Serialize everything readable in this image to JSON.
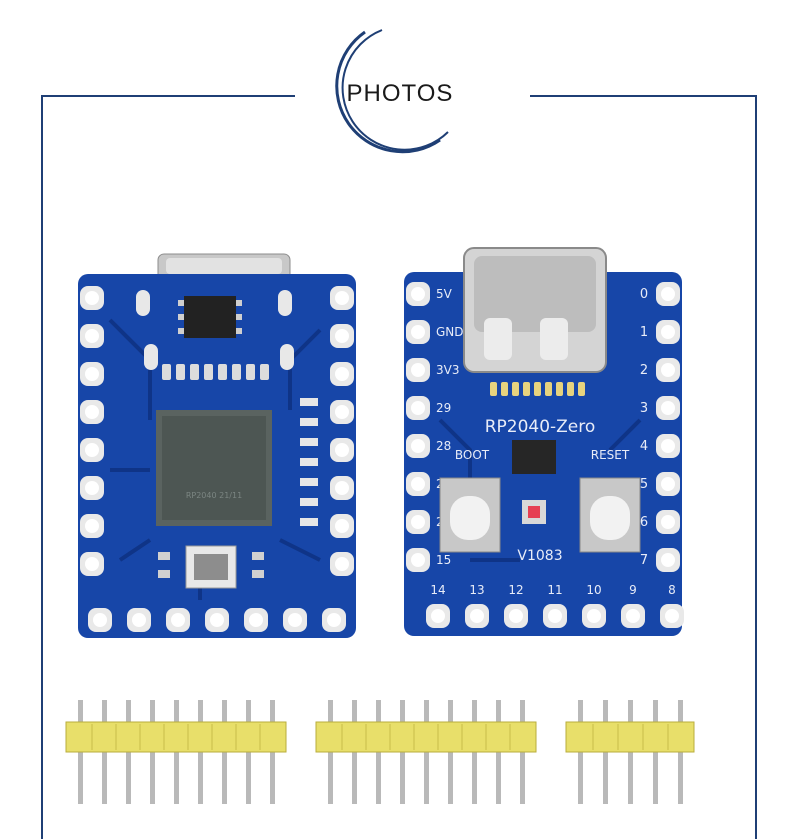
{
  "header": {
    "title": "PHOTOS"
  },
  "board_left": {
    "chip_text": "RP2040 21/11"
  },
  "board_right": {
    "model": "RP2040-Zero",
    "boot_label": "BOOT",
    "reset_label": "RESET",
    "version": "V1083",
    "pins_left": [
      "5V",
      "GND",
      "3V3",
      "29",
      "28",
      "27",
      "26",
      "15"
    ],
    "pins_right": [
      "0",
      "1",
      "2",
      "3",
      "4",
      "5",
      "6",
      "7"
    ],
    "pins_bottom": [
      "14",
      "13",
      "12",
      "11",
      "10",
      "9",
      "8"
    ]
  },
  "headers": {
    "pin_counts": [
      9,
      9,
      5
    ]
  },
  "colors": {
    "pcb": "#1746a8",
    "pcb_dark": "#0f3487",
    "frame": "#1f3f75",
    "header_plastic": "#e8df6a",
    "pin_metal": "#b9b9b9"
  }
}
